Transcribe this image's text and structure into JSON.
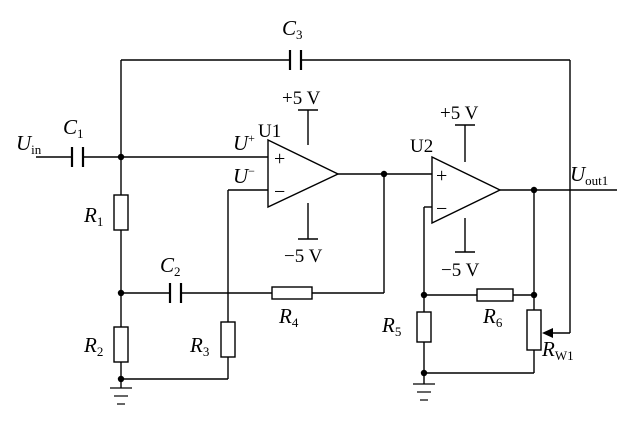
{
  "signals": {
    "input": {
      "name": "U",
      "sub": "in"
    },
    "output": {
      "name": "U",
      "sub": "out1"
    },
    "u_plus": {
      "name": "U",
      "sup": "+"
    },
    "u_minus": {
      "name": "U",
      "sup": "−"
    }
  },
  "opamps": [
    {
      "id": "U1",
      "supply_pos": "+5 V",
      "supply_neg": "−5 V",
      "in_pos": "+",
      "in_neg": "−"
    },
    {
      "id": "U2",
      "supply_pos": "+5 V",
      "supply_neg": "−5 V",
      "in_pos": "+",
      "in_neg": "−"
    }
  ],
  "capacitors": [
    {
      "name": "C",
      "sub": "1"
    },
    {
      "name": "C",
      "sub": "2"
    },
    {
      "name": "C",
      "sub": "3"
    }
  ],
  "resistors": [
    {
      "name": "R",
      "sub": "1"
    },
    {
      "name": "R",
      "sub": "2"
    },
    {
      "name": "R",
      "sub": "3"
    },
    {
      "name": "R",
      "sub": "4"
    },
    {
      "name": "R",
      "sub": "5"
    },
    {
      "name": "R",
      "sub": "6"
    },
    {
      "name": "R",
      "sub": "W1"
    }
  ]
}
